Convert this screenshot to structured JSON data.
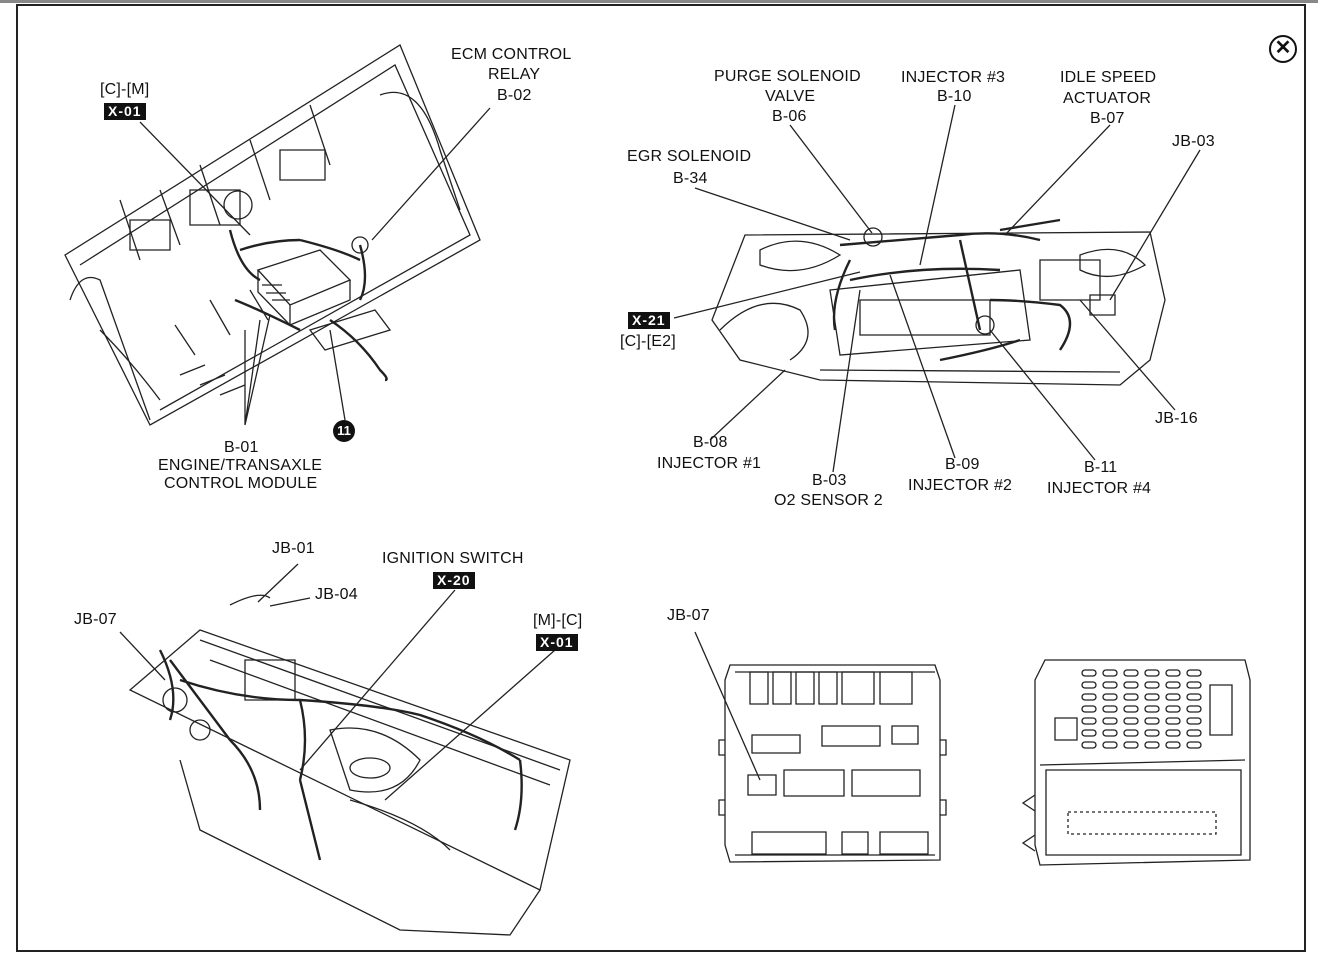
{
  "close_icon_glyph": "✕",
  "ecm": {
    "relay_l1": "ECM CONTROL",
    "relay_l2": "RELAY",
    "relay_code": "B-02",
    "conn_ref": "[C]-[M]",
    "conn_tag": "X-01",
    "module_code": "B-01",
    "module_l1": "ENGINE/TRANSAXLE",
    "module_l2": "CONTROL MODULE",
    "badge": "11"
  },
  "engine": {
    "purge_l1": "PURGE SOLENOID",
    "purge_l2": "VALVE",
    "purge_code": "B-06",
    "inj3_l1": "INJECTOR #3",
    "inj3_code": "B-10",
    "idle_l1": "IDLE SPEED",
    "idle_l2": "ACTUATOR",
    "idle_code": "B-07",
    "jb03": "JB-03",
    "egr_l1": "EGR SOLENOID",
    "egr_code": "B-34",
    "conn_tag": "X-21",
    "conn_ref": "[C]-[E2]",
    "jb16": "JB-16",
    "inj1_code": "B-08",
    "inj1_l1": "INJECTOR #1",
    "o2_code": "B-03",
    "o2_l1": "O2 SENSOR 2",
    "inj2_code": "B-09",
    "inj2_l1": "INJECTOR #2",
    "inj4_code": "B-11",
    "inj4_l1": "INJECTOR #4"
  },
  "dash": {
    "jb01": "JB-01",
    "jb04": "JB-04",
    "jb07": "JB-07",
    "ign_l1": "IGNITION SWITCH",
    "ign_tag": "X-20",
    "conn_ref": "[M]-[C]",
    "conn_tag": "X-01"
  },
  "junction": {
    "jb07": "JB-07"
  }
}
